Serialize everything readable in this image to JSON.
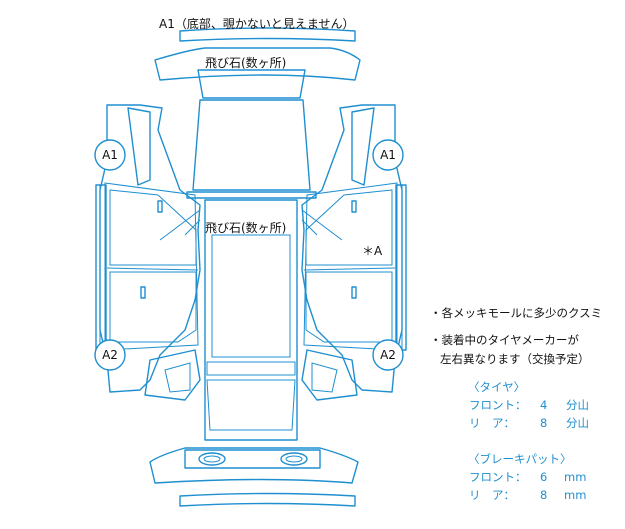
{
  "damage_labels": {
    "underbody": "A1（底部、覗かないと見えません）",
    "roof_chips": "飛び石(数ヶ所)",
    "hood_chips": "飛び石(数ヶ所)",
    "right_door": "＊A",
    "front_left_wheel": "A1",
    "front_right_wheel": "A1",
    "rear_left_wheel": "A2",
    "rear_right_wheel": "A2"
  },
  "notes": {
    "note1": "・各メッキモールに多少のクスミ",
    "note2_line1": "・装着中のタイヤメーカーが",
    "note2_line2": "左右異なります（交換予定）"
  },
  "tire": {
    "heading": "〈タイヤ〉",
    "front_label": "フロント：",
    "front_value": "4",
    "front_unit": "分山",
    "rear_label": "リ　ア：",
    "rear_value": "8",
    "rear_unit": "分山"
  },
  "brake": {
    "heading": "〈ブレーキパット〉",
    "front_label": "フロント：",
    "front_value": "6",
    "front_unit": "mm",
    "rear_label": "リ　ア：",
    "rear_value": "8",
    "rear_unit": "mm"
  },
  "colors": {
    "outline": "#1f8fd0",
    "text": "#111111",
    "accent_text": "#1f8fd0"
  }
}
